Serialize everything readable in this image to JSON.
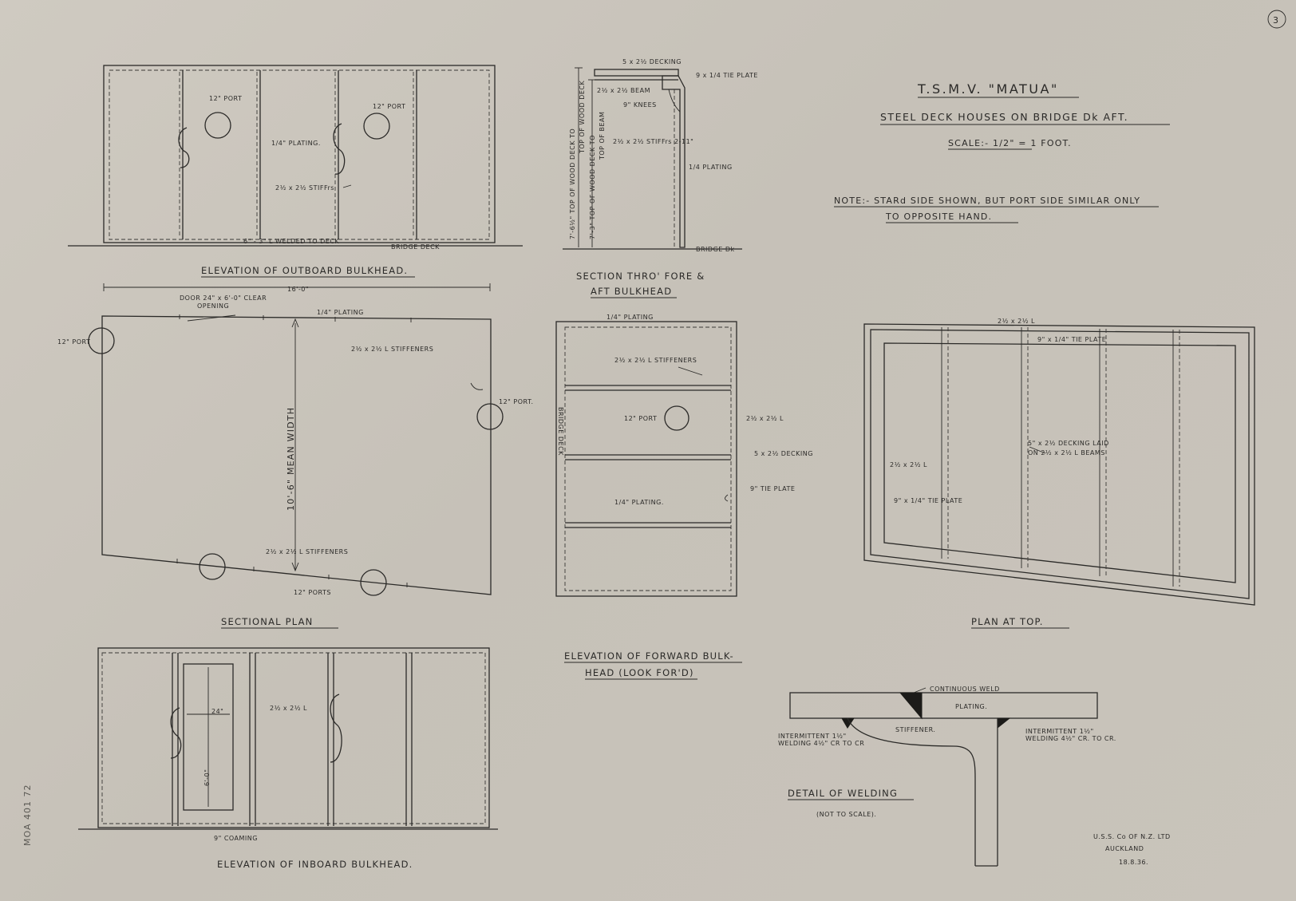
{
  "header": {
    "sheet_number": "3",
    "title": "T.S.M.V. \"MATUA\"",
    "subtitle": "STEEL DECK HOUSES ON BRIDGE Dk AFT.",
    "scale": "SCALE:- 1/2\" = 1 FOOT.",
    "note_line1": "NOTE:- STARd SIDE SHOWN, BUT PORT SIDE SIMILAR ONLY",
    "note_line2": "TO OPPOSITE HAND."
  },
  "outboard": {
    "caption": "ELEVATION OF OUTBOARD BULKHEAD.",
    "port_left": "12\" PORT",
    "port_right": "12\" PORT",
    "plating": "1/4\" PLATING.",
    "stiff": "2½ x 2½ STIFFrs",
    "welded": "6\" - 3\" L WELDED TO DECK",
    "bridge_deck": "BRIDGE DECK"
  },
  "section": {
    "caption_line1": "SECTION THRO' FORE &",
    "caption_line2": "AFT BULKHEAD",
    "decking": "5 x 2½ DECKING",
    "tie_plate": "9 x 1/4 TIE PLATE",
    "beam": "2½ x 2½ BEAM",
    "knees": "9\" KNEES",
    "stiffrs": "2½ x 2½ STIFFrs 2-11\"",
    "plating": "1/4 PLATING",
    "dim_1": "7'-6½\" TOP OF WOOD DECK TO",
    "dim_2": "TOP OF WOOD DECK",
    "dim_3": "7'-3\" TOP OF WOOD DECK TO",
    "dim_4": "TOP OF BEAM",
    "bridge": "BRIDGE Dk"
  },
  "sectional_plan": {
    "caption": "SECTIONAL PLAN",
    "width_dim": "16'-0\"",
    "door": "DOOR 24\" x 6'-0\" CLEAR",
    "opening": "OPENING",
    "plating": "1/4\" PLATING",
    "stiffeners_top": "2½ x 2½ L STIFFENERS",
    "port_left": "12\" PORT",
    "port_right": "12\" PORT.",
    "mean_width": "10'-6\" MEAN WIDTH",
    "stiffeners_bottom": "2½ x 2½ L STIFFENERS",
    "ports_bottom": "12\" PORTS"
  },
  "forward": {
    "caption_line1": "ELEVATION OF FORWARD BULK-",
    "caption_line2": "HEAD (LOOK FOR'D)",
    "plating_top": "1/4\" PLATING",
    "stiffeners": "2½ x 2½ L STIFFENERS",
    "bridge_deck": "BRIDGE DECK",
    "port": "12\" PORT",
    "angle": "2½ x 2½ L",
    "decking": "5 x 2½ DECKING",
    "tie_plate": "9\" TIE PLATE",
    "plating": "1/4\" PLATING."
  },
  "plan_top": {
    "caption": "PLAN AT TOP.",
    "angle_top": "2½ x 2½ L",
    "tie_plate_top": "9\" x 1/4\" TIE PLATE",
    "decking": "5\" x 2½ DECKING LAID",
    "decking_2": "ON 2½ x 2½ L BEAMS",
    "angle_left": "2½ x 2½ L",
    "tie_plate_left": "9\" x 1/4\" TIE PLATE"
  },
  "inboard": {
    "caption": "ELEVATION OF INBOARD BULKHEAD.",
    "door_width": "24\"",
    "door_height": "6'-0\"",
    "angle": "2½ x 2½ L",
    "coaming": "9\" COAMING"
  },
  "welding": {
    "caption": "DETAIL OF WELDING",
    "not_to_scale": "(NOT TO SCALE).",
    "continuous": "CONTINUOUS WELD",
    "plating": "PLATING.",
    "stiffener": "STIFFENER.",
    "int_left_1": "INTERMITTENT 1½\"",
    "int_left_2": "WELDING 4½\" CR TO CR",
    "int_right_1": "INTERMITTENT 1½\"",
    "int_right_2": "WELDING 4½\" CR. TO CR."
  },
  "footer": {
    "company": "U.S.S. Co OF N.Z. LTD",
    "place": "AUCKLAND",
    "date": "18.8.36.",
    "margin_note": "MOA 401 72"
  }
}
